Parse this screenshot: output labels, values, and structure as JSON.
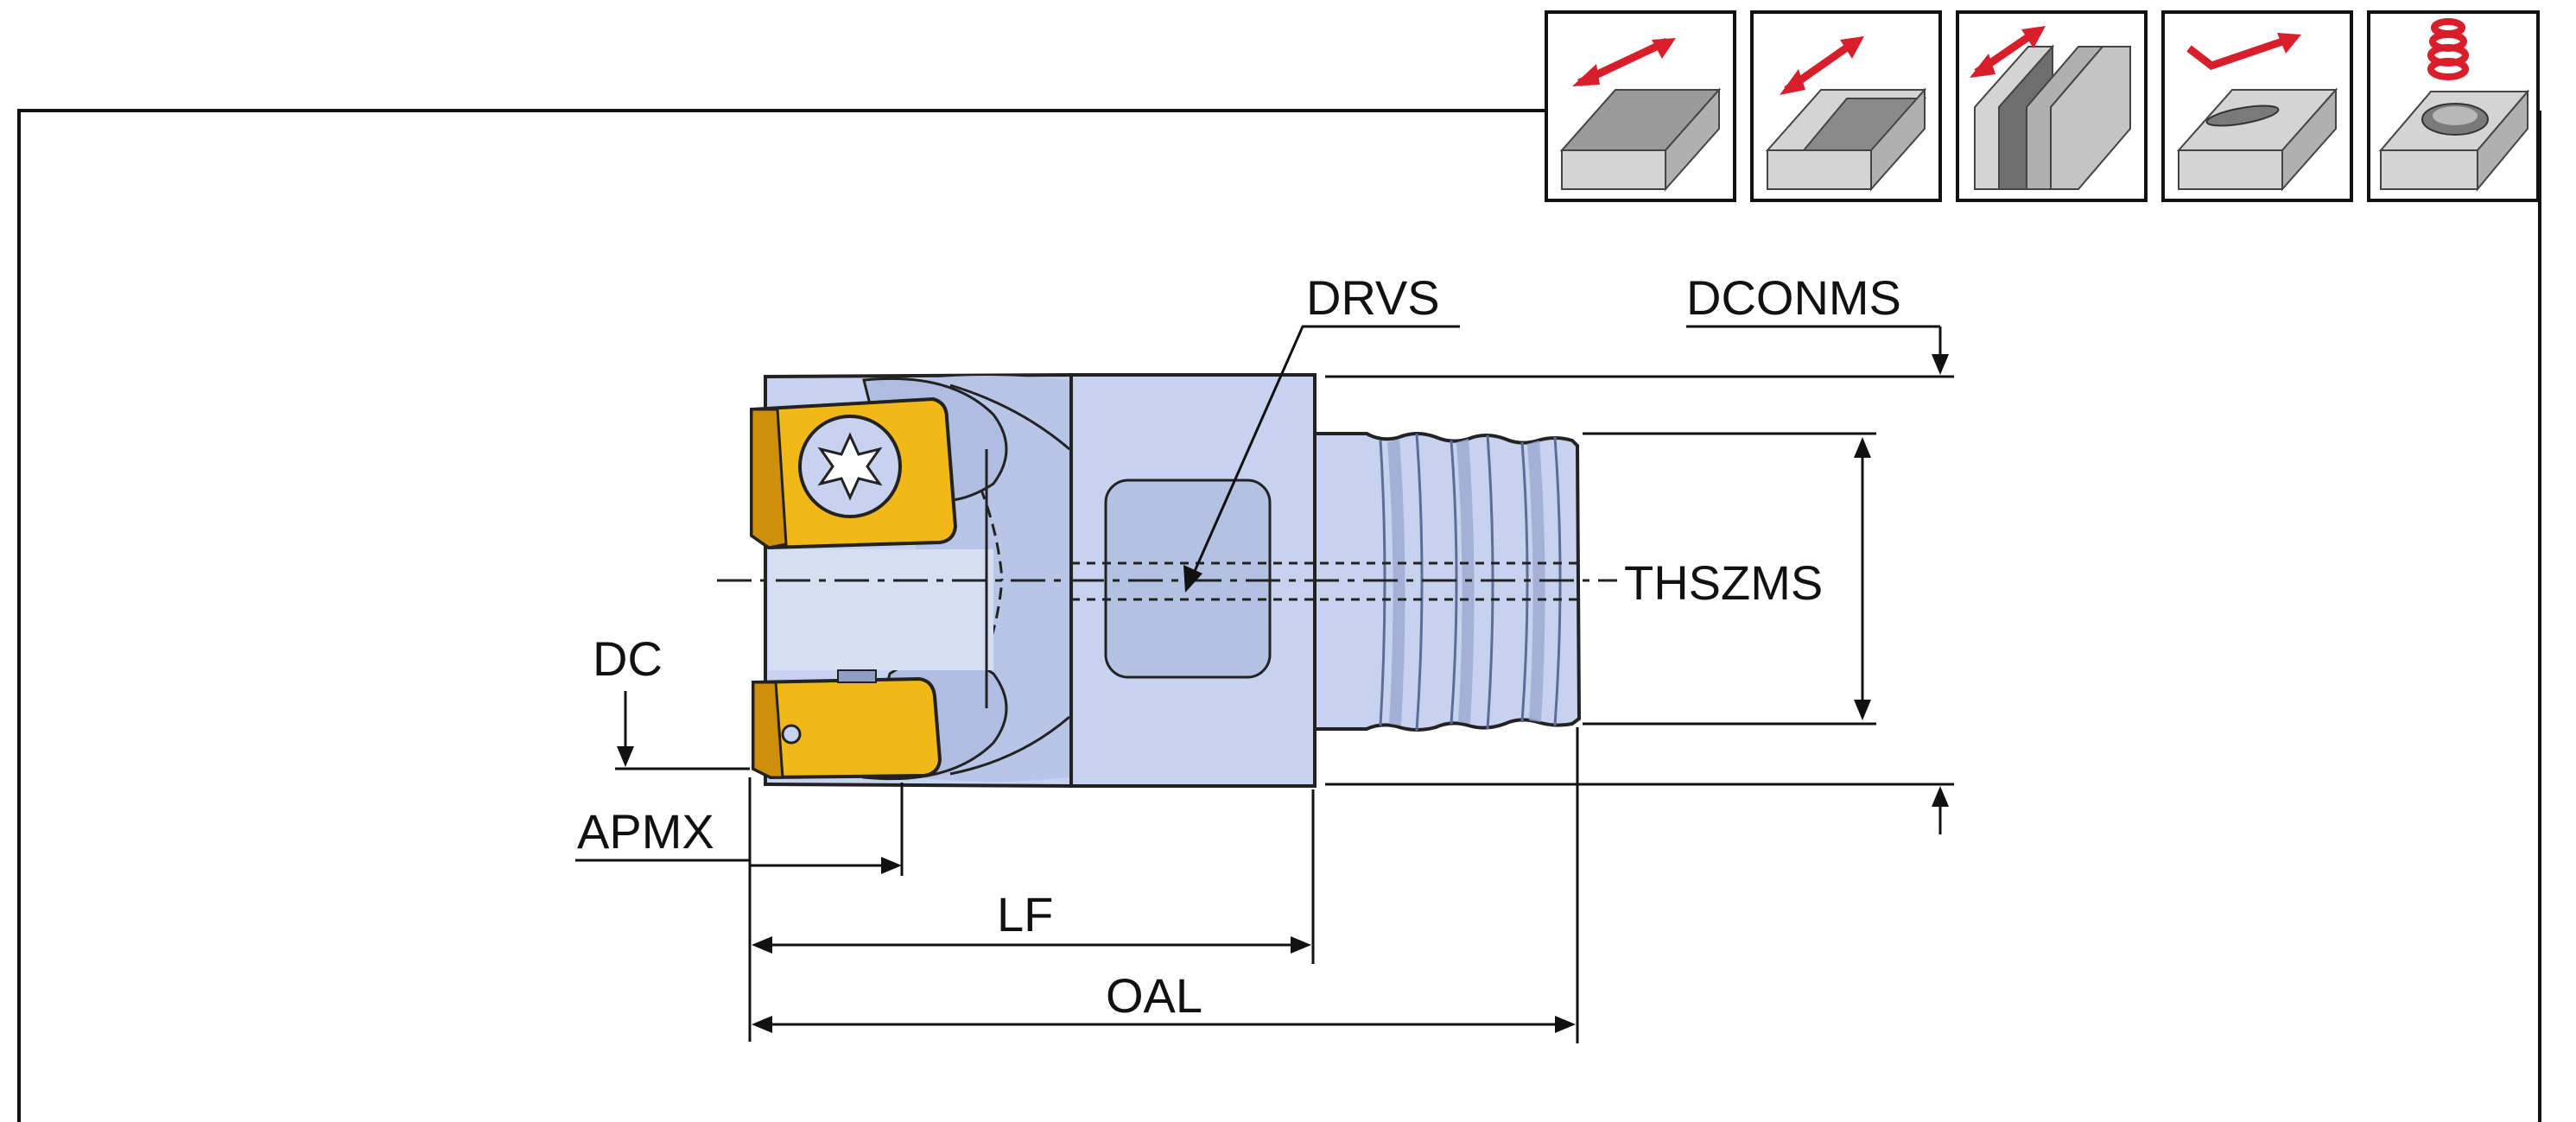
{
  "colors": {
    "body_fill": "#c7d3ee",
    "body_dark": "#a9b8dc",
    "insert_fill": "#f2b817",
    "insert_dark": "#d08f0a",
    "icon_red": "#d81e2a",
    "icon_block": "#cfcfcf",
    "icon_block_dark": "#6e6e6e",
    "line": "#111111"
  },
  "labels": {
    "drvs": "DRVS",
    "dconms": "DCONMS",
    "thszms": "THSZMS",
    "dc": "DC",
    "apmx": "APMX",
    "lf": "LF",
    "oal": "OAL"
  },
  "icons": [
    {
      "name": "face-milling-icon"
    },
    {
      "name": "shoulder-milling-icon"
    },
    {
      "name": "slot-milling-icon"
    },
    {
      "name": "ramping-icon"
    },
    {
      "name": "helical-interpolation-icon"
    }
  ]
}
